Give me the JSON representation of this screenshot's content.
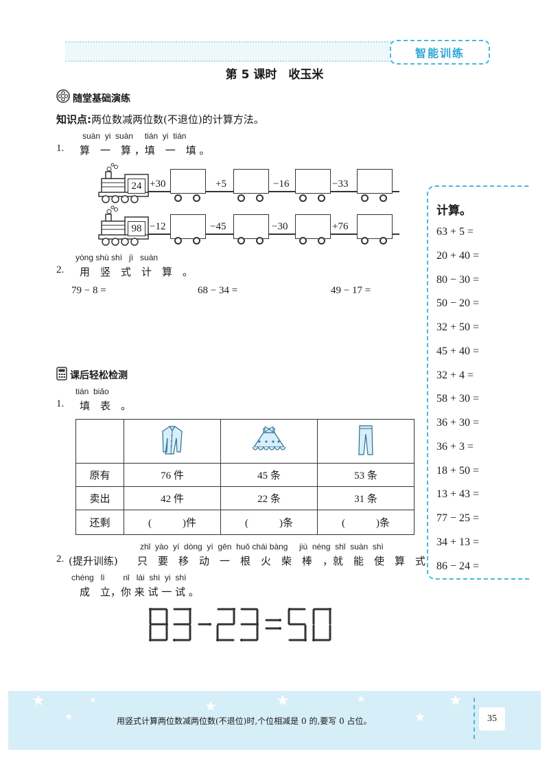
{
  "header": {
    "brand": "智能训练",
    "lesson_title": "第 5 课时　收玉米"
  },
  "section1": {
    "title": "随堂基础演练",
    "knowledge_label": "知识点:",
    "knowledge_text": "两位数减两位数(不退位)的计算方法。",
    "q1": {
      "pinyin": "suàn  yi  suàn     tián  yi  tián",
      "number": "1.",
      "text": "算　一　算 ，填　一　填 。",
      "train1": {
        "start": "24",
        "ops": [
          "+30",
          "+5",
          "−16",
          "−33"
        ]
      },
      "train2": {
        "start": "98",
        "ops": [
          "−12",
          "−45",
          "−30",
          "+76"
        ]
      }
    },
    "q2": {
      "pinyin": "yòng shù shì   jì   suàn",
      "number": "2.",
      "text": "用　竖　式　计　算　。",
      "problems": [
        "79 − 8 =",
        "68 − 34 =",
        "49 − 17 ="
      ]
    }
  },
  "section2": {
    "title": "课后轻松检测",
    "q1": {
      "pinyin": "tián  biǎo",
      "number": "1.",
      "text": "填　表　。",
      "icons": [
        "coat-icon",
        "skirt-icon",
        "pants-icon"
      ],
      "rows": [
        {
          "label": "原有",
          "cells": [
            "76 件",
            "45 条",
            "53 条"
          ]
        },
        {
          "label": "卖出",
          "cells": [
            "42 件",
            "22 条",
            "31 条"
          ]
        },
        {
          "label": "还剩",
          "cells": [
            "(　　　)件",
            "(　　　)条",
            "(　　　)条"
          ]
        }
      ]
    },
    "q2": {
      "pinyin1": "zhǐ  yào  yí  dòng  yì  gēn  huǒ chái bàng     jiù  néng  shǐ  suàn  shì",
      "number": "2.",
      "tag": "(提升训练)",
      "line1": "只　要　移　动　一　根　火　柴　棒　，就　能　使　算　式",
      "pinyin2": "chéng   lì        nǐ   lái  shì  yi  shì",
      "line2": "成　立，你 来 试 一 试 。",
      "matchstick_equation": "83-23=50"
    }
  },
  "side_panel": {
    "title": "计算。",
    "items": [
      "63 + 5 =",
      "20 + 40 =",
      "80 − 30 =",
      "50 − 20 =",
      "32 + 50 =",
      "45 + 40 =",
      "32 + 4 =",
      "58 + 30 =",
      "36 + 30 =",
      "36 + 3 =",
      "18 + 50 =",
      "13 + 43 =",
      "77 − 25 =",
      "34 + 13 =",
      "86 − 24 ="
    ]
  },
  "footer": {
    "tip": "用竖式计算两位数减两位数(不退位)时,个位相减是 0 的,要写 0 占位。",
    "page_number": "35"
  },
  "colors": {
    "accent": "#2aa6d6",
    "band": "#d6eef8"
  }
}
